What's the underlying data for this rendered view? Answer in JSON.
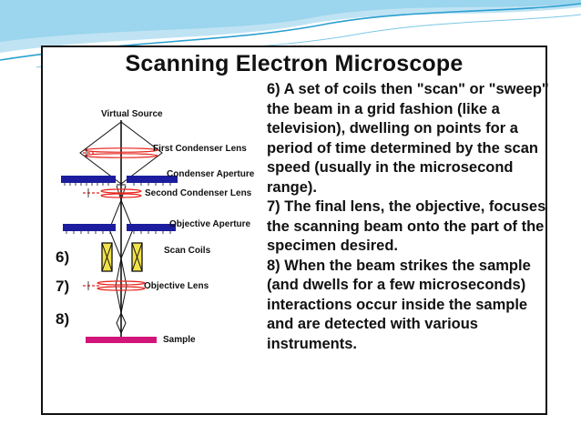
{
  "slide": {
    "title": "Scanning Electron Microscope",
    "paragraphs": [
      "6) A set of coils then \"scan\" or \"sweep\" the beam in a grid fashion (like a television), dwelling on points for a period of time determined by the scan speed (usually in the microsecond range).",
      "7) The final lens, the objective, focuses the scanning beam onto the part of the specimen desired.",
      "8) When the beam strikes the sample (and dwells for a few microseconds) interactions occur inside the sample and are detected with various instruments."
    ]
  },
  "diagram": {
    "labels": {
      "virtual_source": "Virtual Source",
      "first_condenser_lens": "First Condenser Lens",
      "condenser_aperture": "Condenser Aperture",
      "second_condenser_lens": "Second Condenser Lens",
      "objective_aperture": "Objective Aperture",
      "scan_coils": "Scan Coils",
      "objective_lens": "Objective Lens",
      "sample": "Sample"
    },
    "step_markers": [
      "6)",
      "7)",
      "8)"
    ]
  },
  "colors": {
    "aperture_blue": "#1c1c9e",
    "lens_red": "#e8231c",
    "sample_magenta": "#d2157a",
    "coil_yellow": "#f2e24a",
    "swoosh_blue": "#2a9fd0"
  }
}
